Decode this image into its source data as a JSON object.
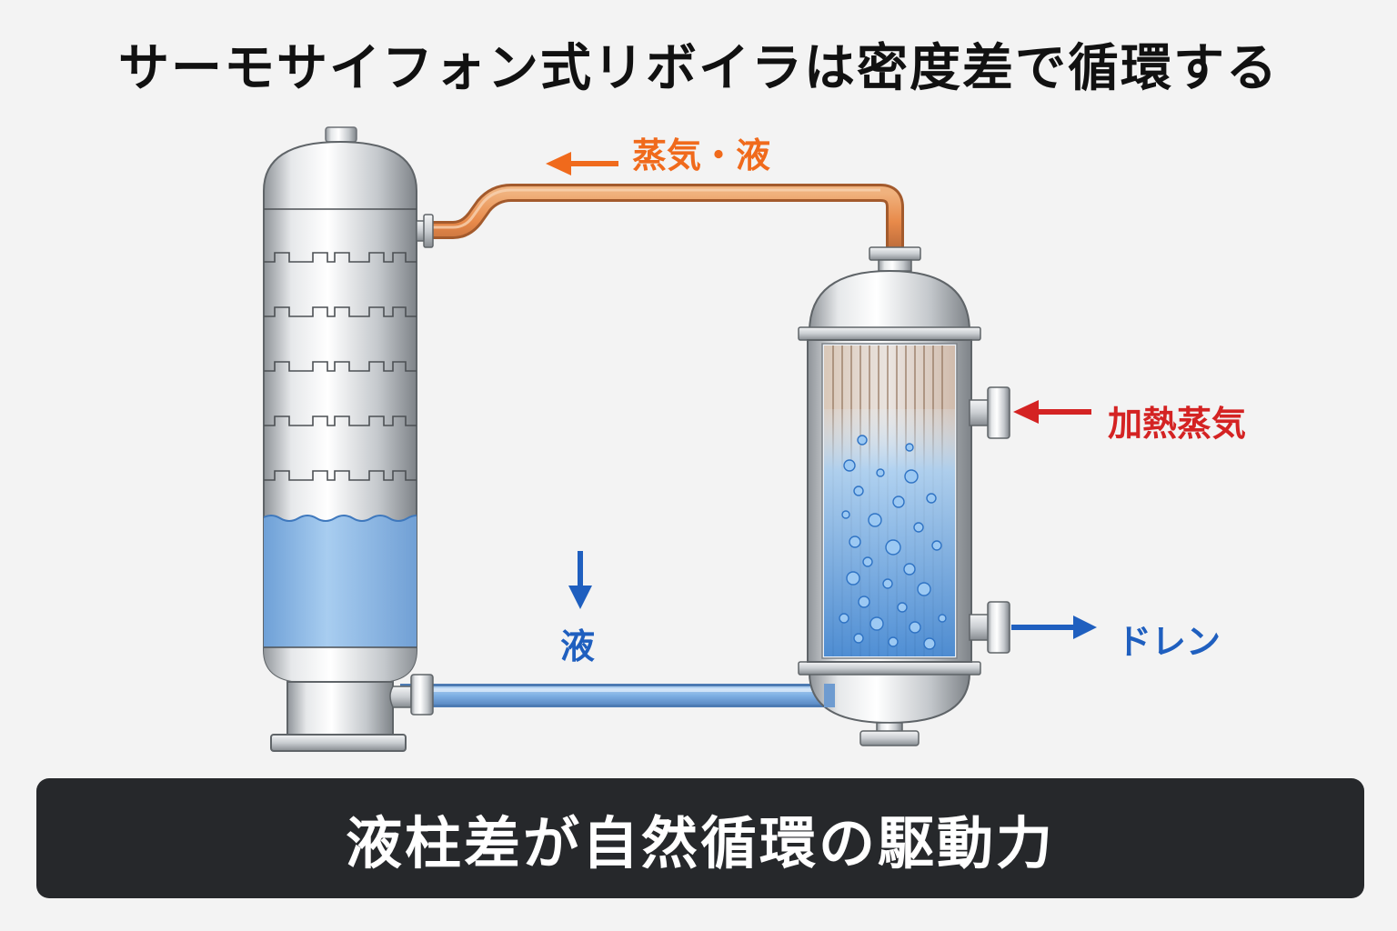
{
  "title": "サーモサイフォン式リボイラは密度差で循環する",
  "labels": {
    "vapor_liquid": "蒸気・液",
    "heating_steam": "加熱蒸気",
    "drain": "ドレン",
    "liquid": "液"
  },
  "footer": {
    "text": "液柱差が自然循環の駆動力"
  },
  "colors": {
    "vapor_arrow": "#f06a1c",
    "steam_arrow": "#d42323",
    "drain_arrow": "#1f5fbf",
    "liquid_arrow": "#1f5fbf",
    "liquid_fill": "#8fbbe8",
    "footer_bg": "#26282b"
  }
}
